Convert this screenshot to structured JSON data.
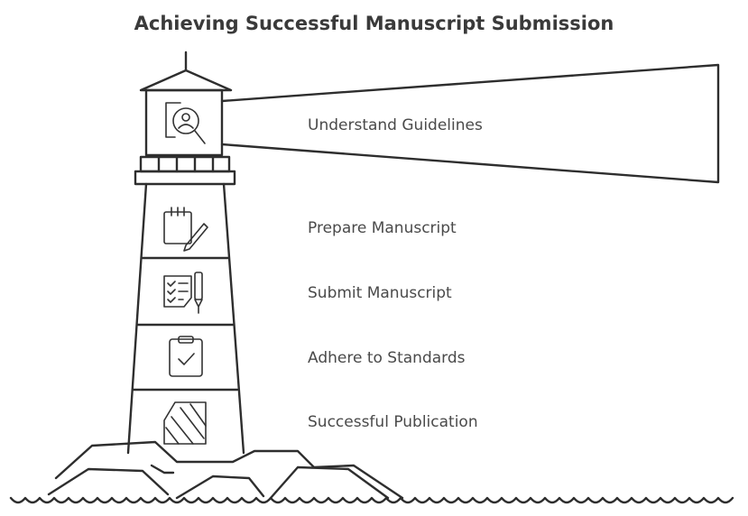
{
  "title": "Achieving Successful Manuscript Submission",
  "steps": [
    {
      "label": "Understand Guidelines",
      "icon": "magnifier-person-document-icon"
    },
    {
      "label": "Prepare Manuscript",
      "icon": "notepad-pencil-icon"
    },
    {
      "label": "Submit Manuscript",
      "icon": "checklist-pen-icon"
    },
    {
      "label": "Adhere to Standards",
      "icon": "clipboard-check-icon"
    },
    {
      "label": "Successful Publication",
      "icon": "striped-document-icon"
    }
  ]
}
